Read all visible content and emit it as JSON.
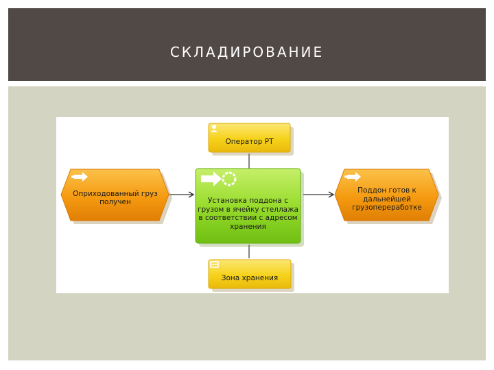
{
  "slide": {
    "title": "СКЛАДИРОВАНИЕ"
  },
  "diagram": {
    "operator": {
      "label": "Оператор РТ",
      "icon": "person-icon"
    },
    "event_start": {
      "label": "Оприходованный груз получен",
      "icon": "event-arrow-icon"
    },
    "function": {
      "label": "Установка поддона с грузом в ячейку стеллажа в соответствии с адресом хранения",
      "icon": "function-arrow-icon"
    },
    "event_end": {
      "label": "Поддон готов к дальнейшей грузопереработке",
      "icon": "event-arrow-icon"
    },
    "storage": {
      "label": "Зона хранения",
      "icon": "storage-icon"
    }
  },
  "colors": {
    "header_bg": "#514946",
    "panel_bg": "#d4d4c2",
    "orange": "#f59d12",
    "yellow": "#f7d51a",
    "green": "#8ed42a"
  }
}
